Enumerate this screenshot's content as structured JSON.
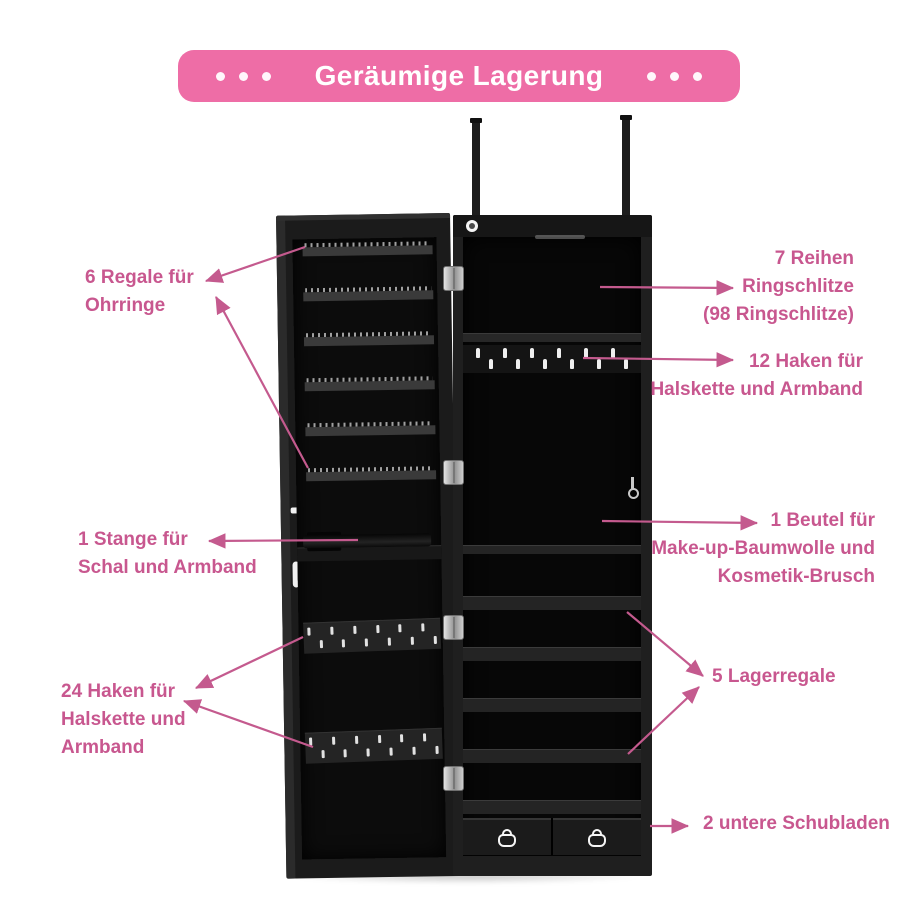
{
  "banner": {
    "title": "Geräumige Lagerung",
    "dots_per_side": 3,
    "bg_color": "#ee6da6",
    "text_color": "#ffffff"
  },
  "palette": {
    "annotation_text": "#c8578f",
    "arrow": "#c45a8e",
    "cabinet_dark": "#1d1d1d"
  },
  "annotations": {
    "left": [
      {
        "lines": [
          "6 Regale für",
          "Ohrringe"
        ]
      },
      {
        "lines": [
          "1 Stange für",
          "Schal und Armband"
        ]
      },
      {
        "lines": [
          "24 Haken für",
          "Halskette und",
          "Armband"
        ]
      }
    ],
    "right": [
      {
        "lines": [
          "7 Reihen",
          "Ringschlitze",
          "(98 Ringschlitze)"
        ]
      },
      {
        "lines": [
          "12 Haken für",
          "Halskette und Armband"
        ]
      },
      {
        "lines": [
          "1 Beutel für",
          "Make-up-Baumwolle und",
          "Kosmetik-Brusch"
        ]
      },
      {
        "lines": [
          "5 Lagerregale"
        ]
      },
      {
        "lines": [
          "2 untere Schubladen"
        ]
      }
    ]
  },
  "cabinet": {
    "door": {
      "earring_strip_count": 6,
      "hook_strip_count": 2,
      "hooks_per_strip": 12,
      "rod_count": 1
    },
    "body": {
      "ring_rows": 7,
      "ring_slots": 98,
      "hook_count": 12,
      "shelf_count": 5,
      "shelf_band_count": 6,
      "drawer_count": 2
    }
  }
}
